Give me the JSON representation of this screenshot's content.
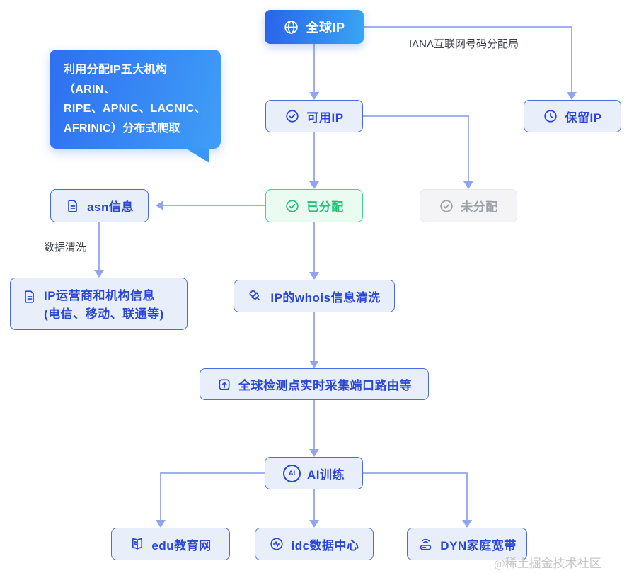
{
  "diagram": {
    "nodes": {
      "global_ip": {
        "label": "全球IP",
        "icon": "globe-icon"
      },
      "available_ip": {
        "label": "可用IP",
        "icon": "check-circle-icon"
      },
      "reserved_ip": {
        "label": "保留IP",
        "icon": "clock-icon"
      },
      "allocated": {
        "label": "已分配",
        "icon": "check-circle-icon"
      },
      "unallocated": {
        "label": "未分配",
        "icon": "check-circle-icon"
      },
      "asn_info": {
        "label": "asn信息",
        "icon": "document-icon"
      },
      "isp_info": {
        "label": "IP运营商和机构信息\n(电信、移动、联通等)",
        "icon": "document-icon"
      },
      "whois_clean": {
        "label": "IP的whois信息清洗",
        "icon": "brush-icon"
      },
      "probe_collect": {
        "label": "全球检测点实时采集端口路由等",
        "icon": "collect-arrow-icon"
      },
      "ai_training": {
        "label": "AI训练",
        "icon": "ai-circle-icon",
        "icon_text": "AI"
      },
      "edu": {
        "label": "edu教育网",
        "icon": "book-icon"
      },
      "idc": {
        "label": "idc数据中心",
        "icon": "activity-icon"
      },
      "dyn": {
        "label": "DYN家庭宽带",
        "icon": "router-icon"
      }
    },
    "edge_labels": {
      "iana": "IANA互联网号码分配局",
      "data_clean": "数据清洗"
    },
    "callout": {
      "text": "利用分配IP五大机构（ARIN、\nRIPE、APNIC、LACNIC、\nAFRINIC）分布式爬取"
    },
    "watermark": "@稀土掘金技术社区",
    "colors": {
      "primary_gradient_start": "#2a63e9",
      "primary_gradient_end": "#38a5f3",
      "callout_gradient_start": "#2e6ff2",
      "callout_gradient_end": "#3f9ef6",
      "callout_tail": "#3a97f5",
      "node_bg": "#e9eefb",
      "node_border": "#4a6ce0",
      "node_text": "#2947d4",
      "green_bg": "#eafbf2",
      "green_border": "#41d392",
      "green_text": "#1ec477",
      "gray_bg": "#f4f4f6",
      "gray_border": "#e7e7eb",
      "gray_text": "#9ca0a8",
      "arrow": "#92a4f0",
      "label_text": "#383d46",
      "watermark_text": "#c7c7c7"
    }
  }
}
